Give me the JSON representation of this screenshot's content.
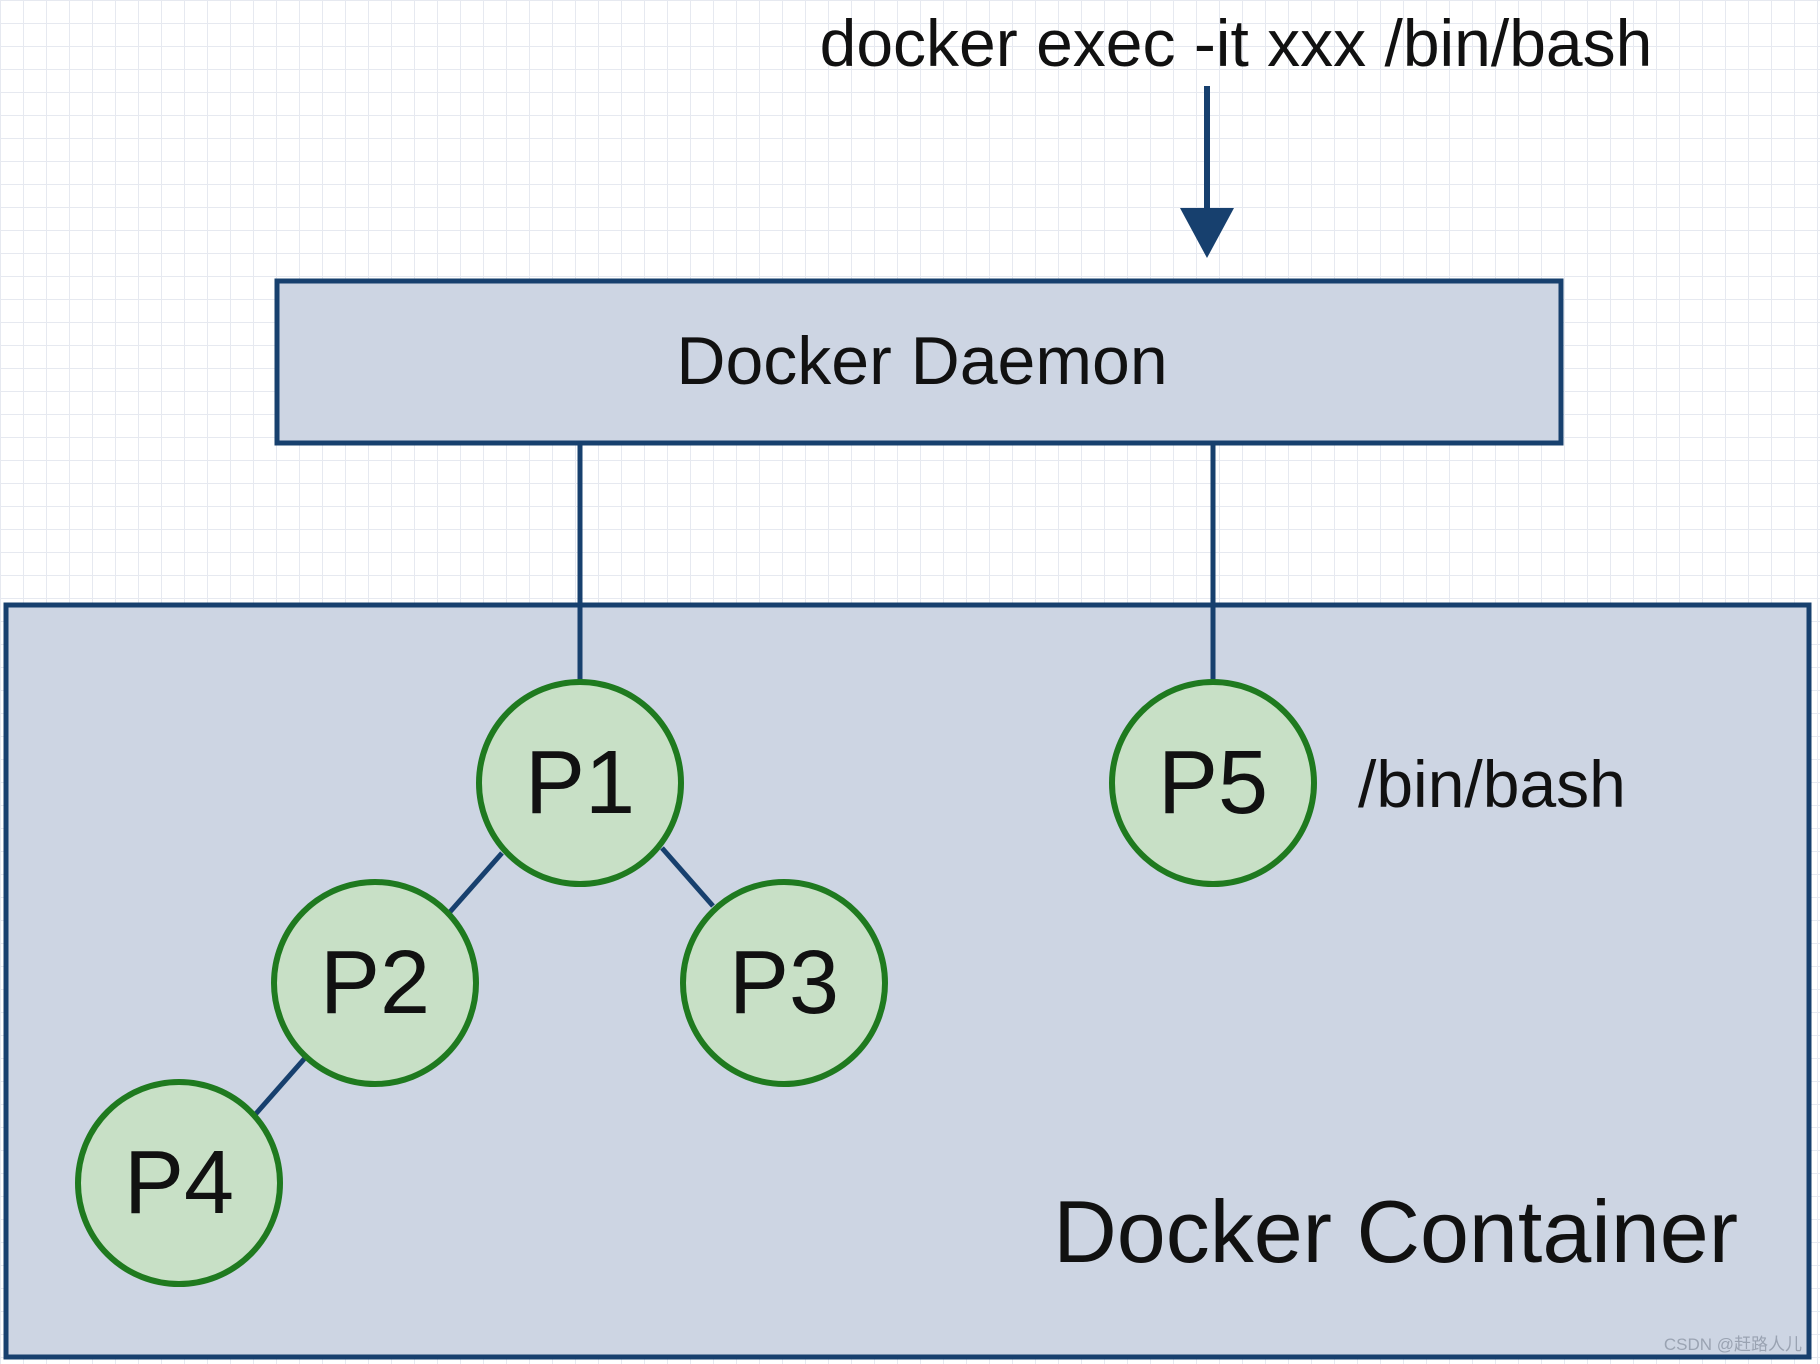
{
  "command": {
    "text": "docker exec -it xxx /bin/bash"
  },
  "daemon": {
    "label": "Docker Daemon"
  },
  "container": {
    "label": "Docker Container"
  },
  "processes": [
    {
      "id": "p1",
      "label": "P1"
    },
    {
      "id": "p2",
      "label": "P2"
    },
    {
      "id": "p3",
      "label": "P3"
    },
    {
      "id": "p4",
      "label": "P4"
    },
    {
      "id": "p5",
      "label": "P5"
    }
  ],
  "p5_annotation": "/bin/bash",
  "watermark": "CSDN @赶路人儿",
  "colors": {
    "box_fill": "#cdd5e3",
    "box_stroke": "#17406e",
    "node_fill": "#c8e0c6",
    "node_stroke": "#1f7a1f",
    "line": "#17406e",
    "text": "#111111"
  }
}
